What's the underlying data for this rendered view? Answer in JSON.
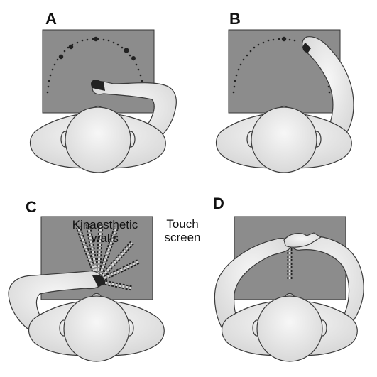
{
  "panels": [
    {
      "id": "A",
      "label": "A"
    },
    {
      "id": "B",
      "label": "B"
    },
    {
      "id": "C",
      "label": "C"
    },
    {
      "id": "D",
      "label": "D"
    }
  ],
  "annotations": {
    "walls": "Kinaesthetic walls",
    "walls_line1": "Kinaesthetic",
    "walls_line2": "walls",
    "screen": "Touch screen",
    "screen_line1": "Touch",
    "screen_line2": "screen"
  },
  "colors": {
    "screen_fill": "#8c8c8c",
    "head_fill": "#ebebeb",
    "outline": "#3a3a3a",
    "dots": "#222222"
  }
}
